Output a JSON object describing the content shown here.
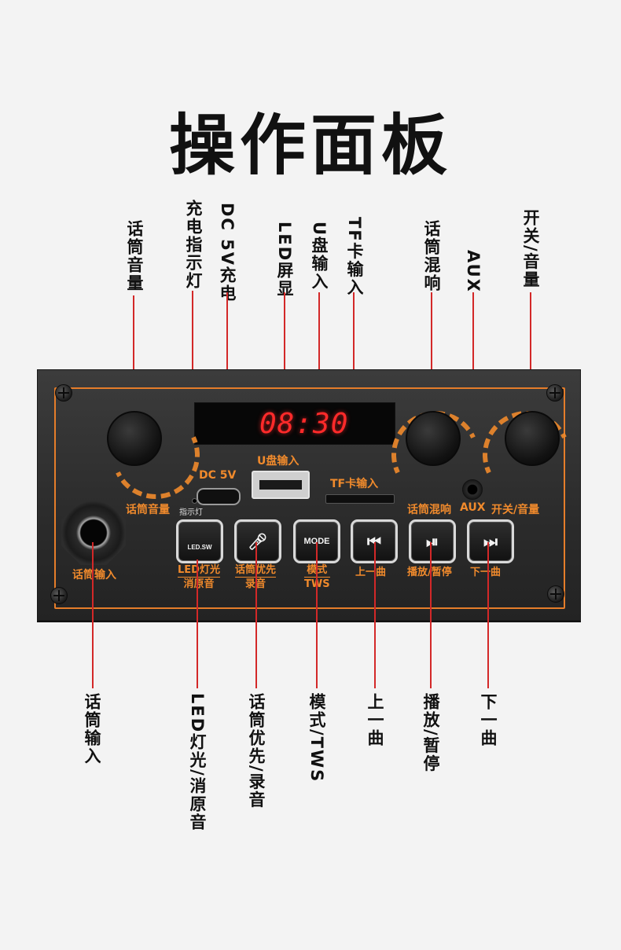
{
  "title": "操作面板",
  "top_labels": {
    "mic_volume": "话筒音量",
    "charge_indicator": "充电指示灯",
    "dc_charge": "DC 5V充电",
    "led_display": "LED屏显",
    "usb_input": "U盘输入",
    "tf_input": "TF卡输入",
    "mic_echo": "话筒混响",
    "aux": "AUX",
    "power_volume": "开关/音量"
  },
  "bottom_labels": {
    "mic_input": "话筒输入",
    "led_light": "LED灯光/消原音",
    "mic_priority": "话筒优先/录音",
    "mode_tws": "模式/TWS",
    "prev": "上一曲",
    "play_pause": "播放/暂停",
    "next": "下一曲"
  },
  "panel": {
    "led_time": "08:30",
    "mic_volume": "话筒音量",
    "indicator": "指示灯",
    "dc_5v": "DC 5V",
    "usb_input": "U盘输入",
    "tf_input": "TF卡输入",
    "mic_echo": "话筒混响",
    "aux": "AUX",
    "power_volume": "开关/音量",
    "mic_input": "话筒输入",
    "btn_led_icon_text": "LED.SW",
    "btn_mode_text": "MODE",
    "led_btn_line1": "LED灯光",
    "led_btn_line2": "消原音",
    "mic_btn_line1": "话筒优先",
    "mic_btn_line2": "录音",
    "mode_btn_line1": "模式",
    "mode_btn_line2": "TWS",
    "prev_btn": "上一曲",
    "play_btn": "播放/暂停",
    "next_btn": "下一曲"
  },
  "colors": {
    "accent_orange": "#f08a2c",
    "leader_red": "#d32828",
    "led_red": "#ff2a2a"
  }
}
